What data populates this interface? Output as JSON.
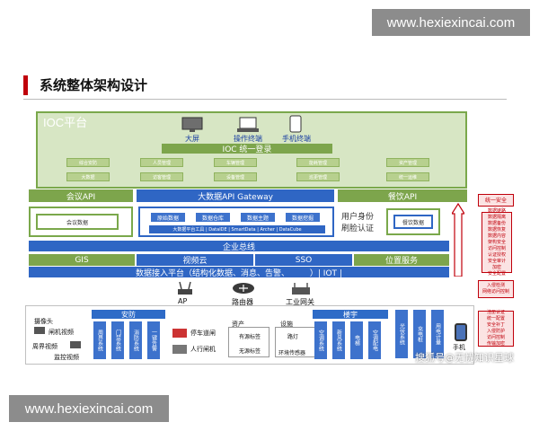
{
  "watermark_top": "www.hexiexincai.com",
  "watermark_bottom": "www.hexiexincai.com",
  "overlay_text": "搜狐号@无忧知识星球",
  "title": "系统整体架构设计",
  "ioc": {
    "title": "IOC平台",
    "devices": [
      "大屏",
      "操作终端",
      "手机终端"
    ],
    "login": "IOC 统一登录",
    "modules_row1": [
      "综合安防",
      "人员管理",
      "车辆管理",
      "能耗管理",
      "资产管理"
    ],
    "modules_row2": [
      "大数据",
      "访客管理",
      "设备管理",
      "巡更管理",
      "统一运维"
    ]
  },
  "apis": {
    "meeting_api": "会议API",
    "bigdata_api": "大数据API Gateway",
    "dining_api": "餐饮API"
  },
  "data_layer": {
    "meeting_data": "会议数据",
    "chips": [
      "原始数据",
      "数据仓库",
      "数据主题",
      "数据挖掘"
    ],
    "tools": "大数据平台工具 | DataIDE | SmartData | Archer | DataCube",
    "auth": "用户身份\n刷脸认证",
    "dining_data": "餐饮数据"
  },
  "enterprise_bus": "企业总线",
  "bar2": [
    "GIS",
    "视频云",
    "SSO",
    "位置服务"
  ],
  "access_platform": "数据接入平台（结构化数据、消息、告警、        ）| IOT |",
  "network": [
    "AP",
    "路由器",
    "工业网关"
  ],
  "side": [
    "统一安全",
    "数据链路\n数据隔离\n数据备份\n数据恢复\n数据内容\n架构安全\n访问控制\n认证授权\n安全审计\n加密\n安全配置",
    "入侵检测\n网络访问控制",
    "注册认证\n统一配置\n安全补丁\n入侵防护\n访问控制\n传输加密"
  ],
  "bottom": {
    "camera_title": "摄像头",
    "cameras": [
      "闸机视频",
      "周界视频",
      "监控视频"
    ],
    "security_title": "安防",
    "security_cols": [
      "周界系统",
      "门禁系统",
      "消防系统",
      "一键告警"
    ],
    "parking": [
      "停车道闸",
      "人行闸机"
    ],
    "assets_title": "资产",
    "assets": [
      "有源标签",
      "无源标签"
    ],
    "devices_title": "设施",
    "devices": [
      "路灯",
      "环境传感器"
    ],
    "building_title": "楼宇",
    "building_cols": [
      "空调系统",
      "新风系统",
      "电梯",
      "空调配电"
    ],
    "power_cols": [
      "光伏系统",
      "充电桩",
      "用电计量"
    ],
    "phone": "手机"
  }
}
